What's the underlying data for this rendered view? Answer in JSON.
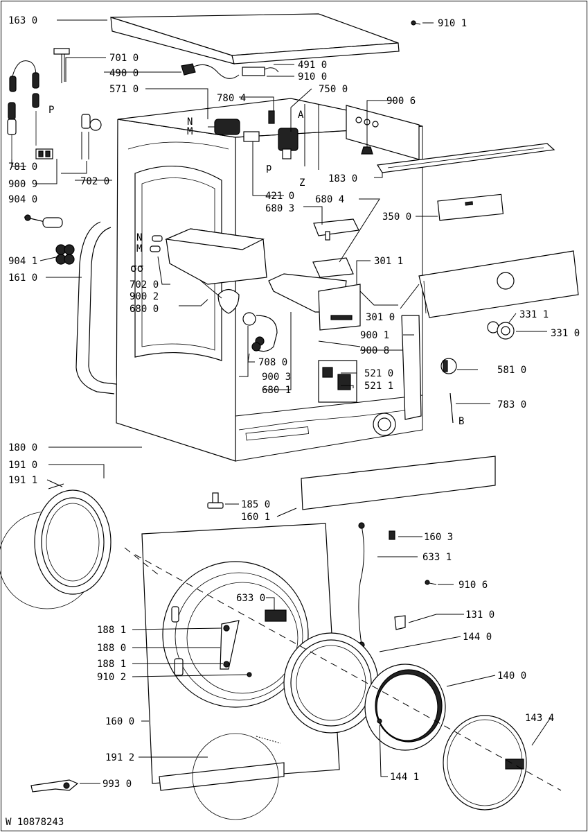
{
  "diagram": {
    "drawing_number": "W 10878243",
    "callouts": [
      {
        "id": "163-0",
        "text": "163 0"
      },
      {
        "id": "910-1",
        "text": "910 1"
      },
      {
        "id": "701-0",
        "text": "701 0"
      },
      {
        "id": "490-0",
        "text": "490 0"
      },
      {
        "id": "491-0",
        "text": "491 0"
      },
      {
        "id": "910-0",
        "text": "910 0"
      },
      {
        "id": "571-0",
        "text": "571 0"
      },
      {
        "id": "750-0",
        "text": "750 0"
      },
      {
        "id": "780-4",
        "text": "780 4"
      },
      {
        "id": "900-6",
        "text": "900 6"
      },
      {
        "id": "781-0",
        "text": "781 0"
      },
      {
        "id": "900-9",
        "text": "900 9"
      },
      {
        "id": "183-0",
        "text": "183 0"
      },
      {
        "id": "702-0-top",
        "text": "702 0"
      },
      {
        "id": "421-0",
        "text": "421 0"
      },
      {
        "id": "904-0",
        "text": "904 0"
      },
      {
        "id": "680-4",
        "text": "680 4"
      },
      {
        "id": "680-3",
        "text": "680 3"
      },
      {
        "id": "350-0",
        "text": "350 0"
      },
      {
        "id": "904-1",
        "text": "904 1"
      },
      {
        "id": "301-1",
        "text": "301 1"
      },
      {
        "id": "161-0",
        "text": "161 0"
      },
      {
        "id": "702-0-mid",
        "text": "702 0"
      },
      {
        "id": "900-2",
        "text": "900 2"
      },
      {
        "id": "680-0",
        "text": "680 0"
      },
      {
        "id": "301-0",
        "text": "301 0"
      },
      {
        "id": "331-1",
        "text": "331 1"
      },
      {
        "id": "331-0",
        "text": "331 0"
      },
      {
        "id": "900-1",
        "text": "900 1"
      },
      {
        "id": "900-8",
        "text": "900 8"
      },
      {
        "id": "708-0",
        "text": "708 0"
      },
      {
        "id": "521-0",
        "text": "521 0"
      },
      {
        "id": "581-0",
        "text": "581 0"
      },
      {
        "id": "900-3",
        "text": "900 3"
      },
      {
        "id": "521-1",
        "text": "521 1"
      },
      {
        "id": "680-1",
        "text": "680 1"
      },
      {
        "id": "783-0",
        "text": "783 0"
      },
      {
        "id": "180-0",
        "text": "180 0"
      },
      {
        "id": "191-0",
        "text": "191 0"
      },
      {
        "id": "191-1",
        "text": "191 1"
      },
      {
        "id": "185-0",
        "text": "185 0"
      },
      {
        "id": "160-1",
        "text": "160 1"
      },
      {
        "id": "160-3",
        "text": "160 3"
      },
      {
        "id": "633-1",
        "text": "633 1"
      },
      {
        "id": "910-6",
        "text": "910 6"
      },
      {
        "id": "633-0",
        "text": "633 0"
      },
      {
        "id": "131-0",
        "text": "131 0"
      },
      {
        "id": "188-1-a",
        "text": "188 1"
      },
      {
        "id": "144-0",
        "text": "144 0"
      },
      {
        "id": "188-0",
        "text": "188 0"
      },
      {
        "id": "188-1-b",
        "text": "188 1"
      },
      {
        "id": "910-2",
        "text": "910 2"
      },
      {
        "id": "140-0",
        "text": "140 0"
      },
      {
        "id": "143-4",
        "text": "143 4"
      },
      {
        "id": "160-0",
        "text": "160 0"
      },
      {
        "id": "191-2",
        "text": "191 2"
      },
      {
        "id": "144-1",
        "text": "144 1"
      },
      {
        "id": "993-0",
        "text": "993 0"
      }
    ],
    "markers": [
      {
        "id": "P-left",
        "text": "P"
      },
      {
        "id": "N-top",
        "text": "N"
      },
      {
        "id": "M-top",
        "text": "M"
      },
      {
        "id": "A",
        "text": "A"
      },
      {
        "id": "p-lower",
        "text": "p"
      },
      {
        "id": "Z",
        "text": "Z"
      },
      {
        "id": "N-mid",
        "text": "N"
      },
      {
        "id": "M-mid",
        "text": "M"
      },
      {
        "id": "B",
        "text": "B"
      }
    ]
  }
}
